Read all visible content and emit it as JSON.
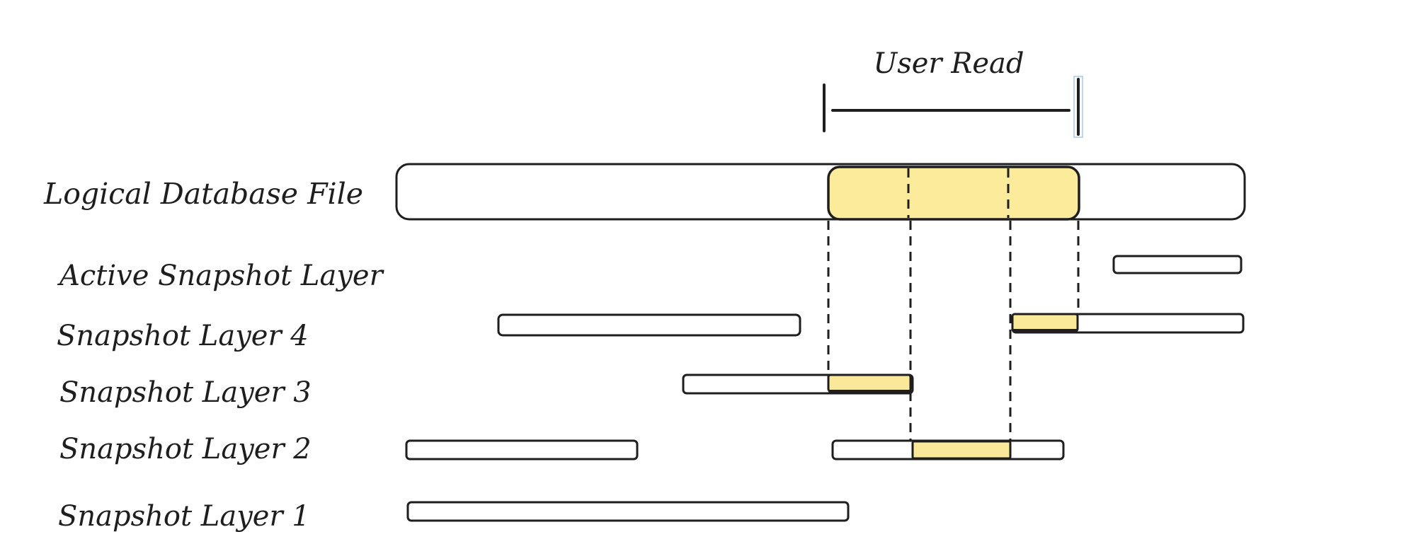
{
  "read_label": "User Read",
  "file_label": "Logical Database File",
  "layers": [
    {
      "label": "Active Snapshot Layer"
    },
    {
      "label": "Snapshot Layer 4"
    },
    {
      "label": "Snapshot Layer 3"
    },
    {
      "label": "Snapshot Layer 2"
    },
    {
      "label": "Snapshot Layer 1"
    }
  ],
  "colors": {
    "stroke": "#1e1e1e",
    "highlight": "#fbe99a",
    "background": "#ffffff"
  }
}
